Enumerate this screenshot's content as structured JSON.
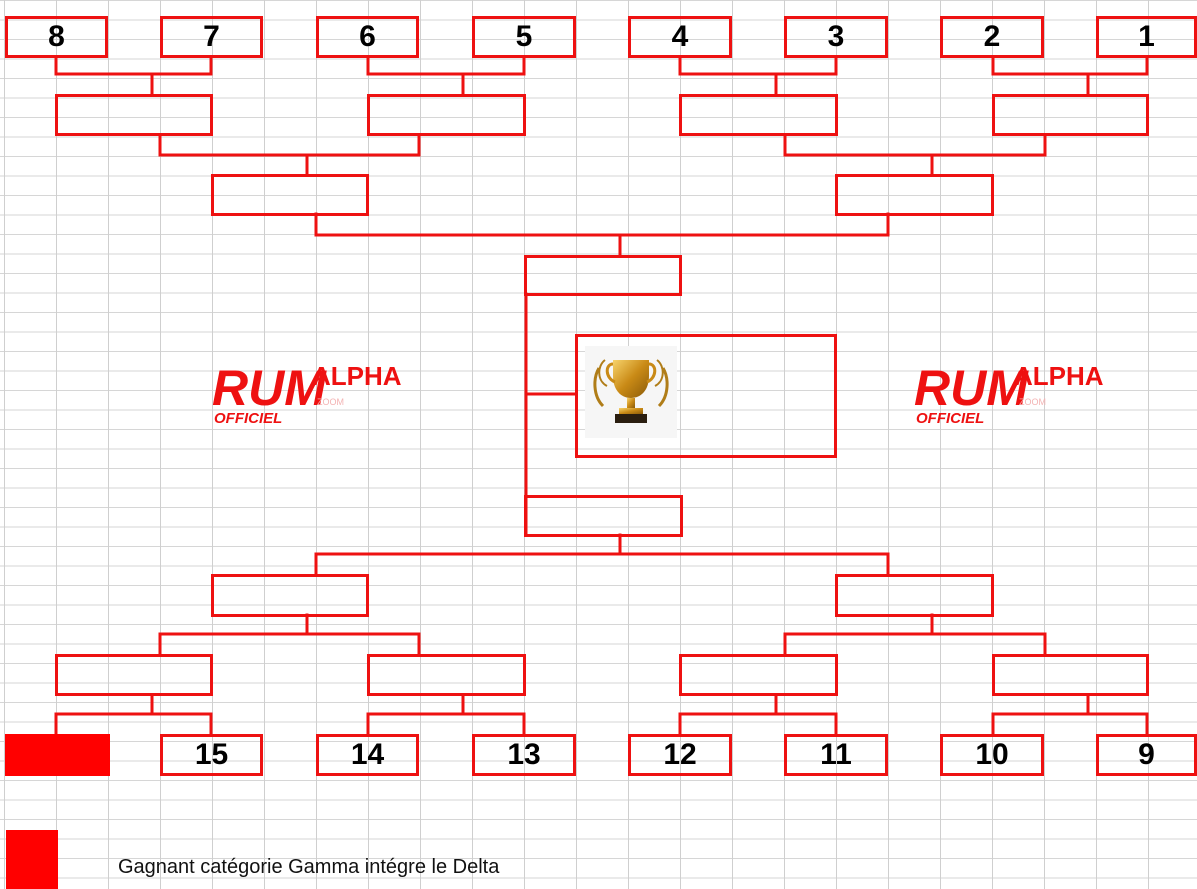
{
  "bracket": {
    "top_seeds": [
      "8",
      "7",
      "6",
      "5",
      "4",
      "3",
      "2",
      "1"
    ],
    "bottom_seeds": [
      "15",
      "14",
      "13",
      "12",
      "11",
      "10",
      "9"
    ],
    "accent_color": "#ee1111"
  },
  "logos": {
    "brand_letters": "RUM",
    "word": "ALPHA",
    "sub": "OFFICIEL",
    "small": "ZOOM"
  },
  "center": {
    "icon": "trophy-icon"
  },
  "legend": {
    "swatch_color": "#ff0000",
    "text": "Gagnant catégorie Gamma intégre le Delta"
  }
}
